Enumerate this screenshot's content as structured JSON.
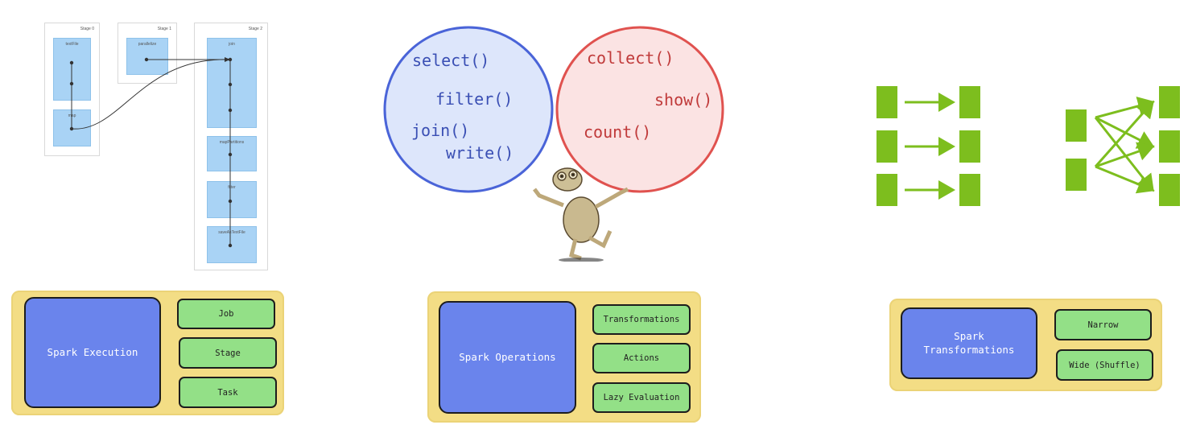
{
  "execution": {
    "dag": {
      "stages": [
        {
          "label": "Stage 0",
          "ops": [
            "textFile",
            "map"
          ]
        },
        {
          "label": "Stage 1",
          "ops": [
            "parallelize"
          ]
        },
        {
          "label": "Stage 2",
          "ops": [
            "join",
            "mapPartitions",
            "filter",
            "saveAsTextFile"
          ]
        }
      ]
    },
    "summary": {
      "title": "Spark Execution",
      "items": [
        "Job",
        "Stage",
        "Task"
      ]
    }
  },
  "operations": {
    "transformations": [
      "select()",
      "filter()",
      "join()",
      "write()"
    ],
    "actions": [
      "collect()",
      "show()",
      "count()"
    ],
    "circle_colors": {
      "transformations": "#4a64d8",
      "actions": "#e0524f"
    },
    "summary": {
      "title": "Spark Operations",
      "items": [
        "Transformations",
        "Actions",
        "Lazy Evaluation"
      ]
    }
  },
  "transformations": {
    "summary": {
      "title": "Spark\nTransformations",
      "items": [
        "Narrow",
        "Wide (Shuffle)"
      ]
    },
    "bar_color": "#7dbe1e"
  }
}
